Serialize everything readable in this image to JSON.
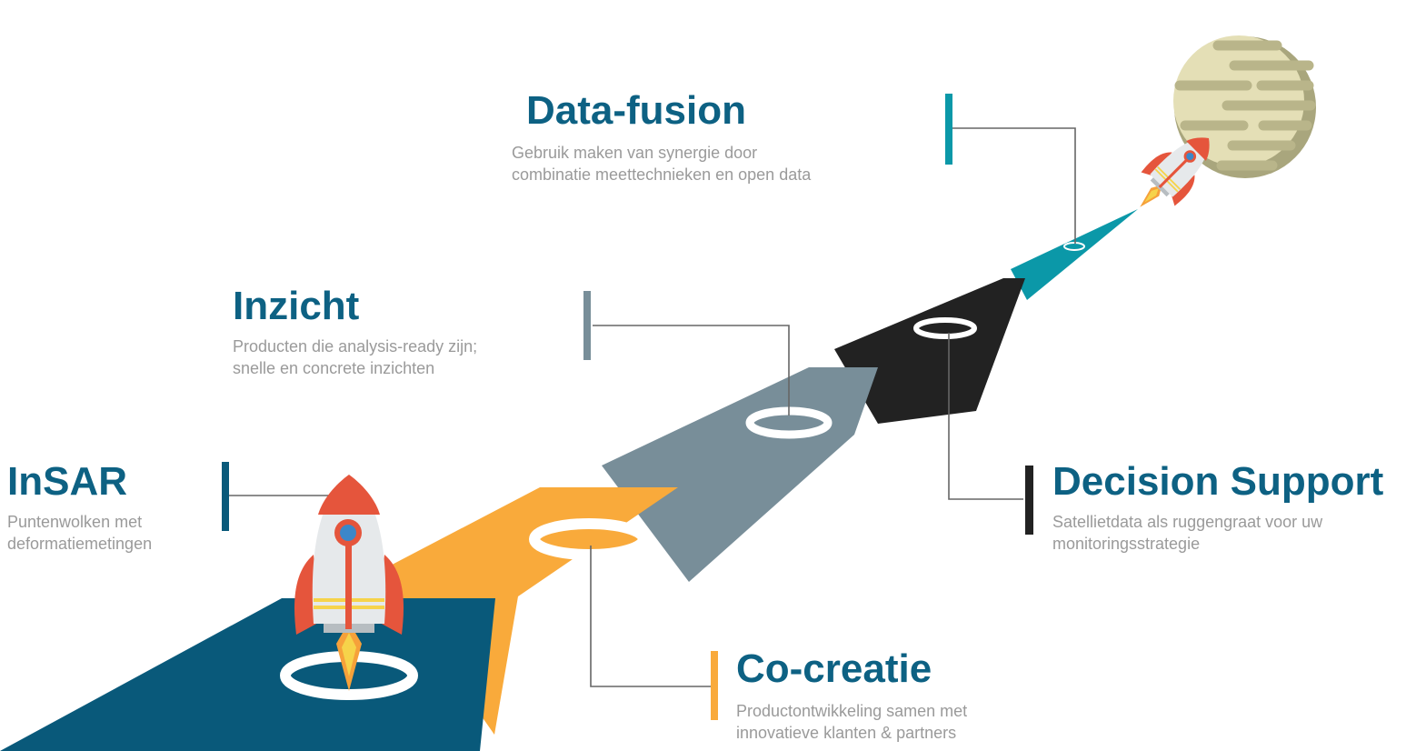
{
  "colors": {
    "insar": "#09597a",
    "cocreatie": "#f9aa3b",
    "inzicht": "#788e99",
    "decision_support": "#222222",
    "data_fusion": "#0b98a8",
    "title": "#0d6183",
    "description": "#9a9a9a",
    "moon": "#e4dfb6"
  },
  "stages": {
    "insar": {
      "title": "InSAR",
      "desc_line1": "Puntenwolken met",
      "desc_line2": "deformatiemetingen"
    },
    "cocreatie": {
      "title": "Co-creatie",
      "desc_line1": "Productontwikkeling samen met",
      "desc_line2": "innovatieve klanten & partners"
    },
    "inzicht": {
      "title": "Inzicht",
      "desc_line1": "Producten die analysis-ready zijn;",
      "desc_line2": "snelle en concrete inzichten"
    },
    "decision_support": {
      "title": "Decision Support",
      "desc_line1": "Satellietdata als ruggengraat voor uw",
      "desc_line2": "monitoringsstrategie"
    },
    "data_fusion": {
      "title": "Data-fusion",
      "desc_line1": "Gebruik maken van synergie door",
      "desc_line2": "combinatie meettechnieken en open data"
    }
  },
  "icons": {
    "launch_rocket": "rocket-icon",
    "flying_rocket": "rocket-icon",
    "moon": "moon-icon"
  }
}
